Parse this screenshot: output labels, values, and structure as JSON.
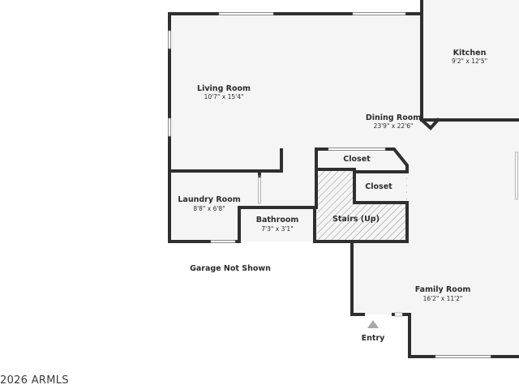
{
  "rooms": {
    "kitchen": {
      "name": "Kitchen",
      "dims": "9'2\" x 12'5\""
    },
    "living": {
      "name": "Living Room",
      "dims": "10'7\" x 15'4\""
    },
    "dining": {
      "name": "Dining Room",
      "dims": "23'9\" x 22'6\""
    },
    "closet_top": {
      "name": "Closet"
    },
    "closet_inner": {
      "name": "Closet"
    },
    "laundry": {
      "name": "Laundry Room",
      "dims": "8'8\" x 6'8\""
    },
    "bathroom": {
      "name": "Bathroom",
      "dims": "7'3\" x 3'1\""
    },
    "stairs": {
      "name": "Stairs (Up)"
    },
    "family": {
      "name": "Family Room",
      "dims": "16'2\" x 11'2\""
    }
  },
  "notes": {
    "garage": "Garage Not Shown",
    "entry": "Entry"
  },
  "copyright": "2026 ARMLS",
  "colors": {
    "wall": "#2f2f2f",
    "floor": "#f5f5f5",
    "stairs_hatch": "#888888"
  }
}
